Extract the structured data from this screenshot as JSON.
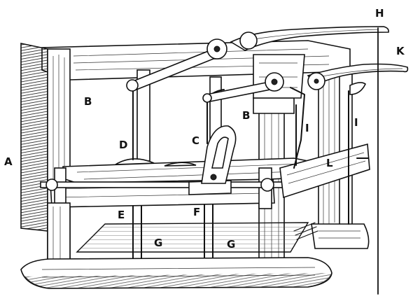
{
  "labels": {
    "A": "A",
    "B_left": "B",
    "B_right": "B",
    "C": "C",
    "D": "D",
    "E": "E",
    "F": "F",
    "G_left": "G",
    "G_right": "G",
    "H": "H",
    "I_left": "I",
    "I_right": "I",
    "K": "K",
    "L": "L"
  }
}
